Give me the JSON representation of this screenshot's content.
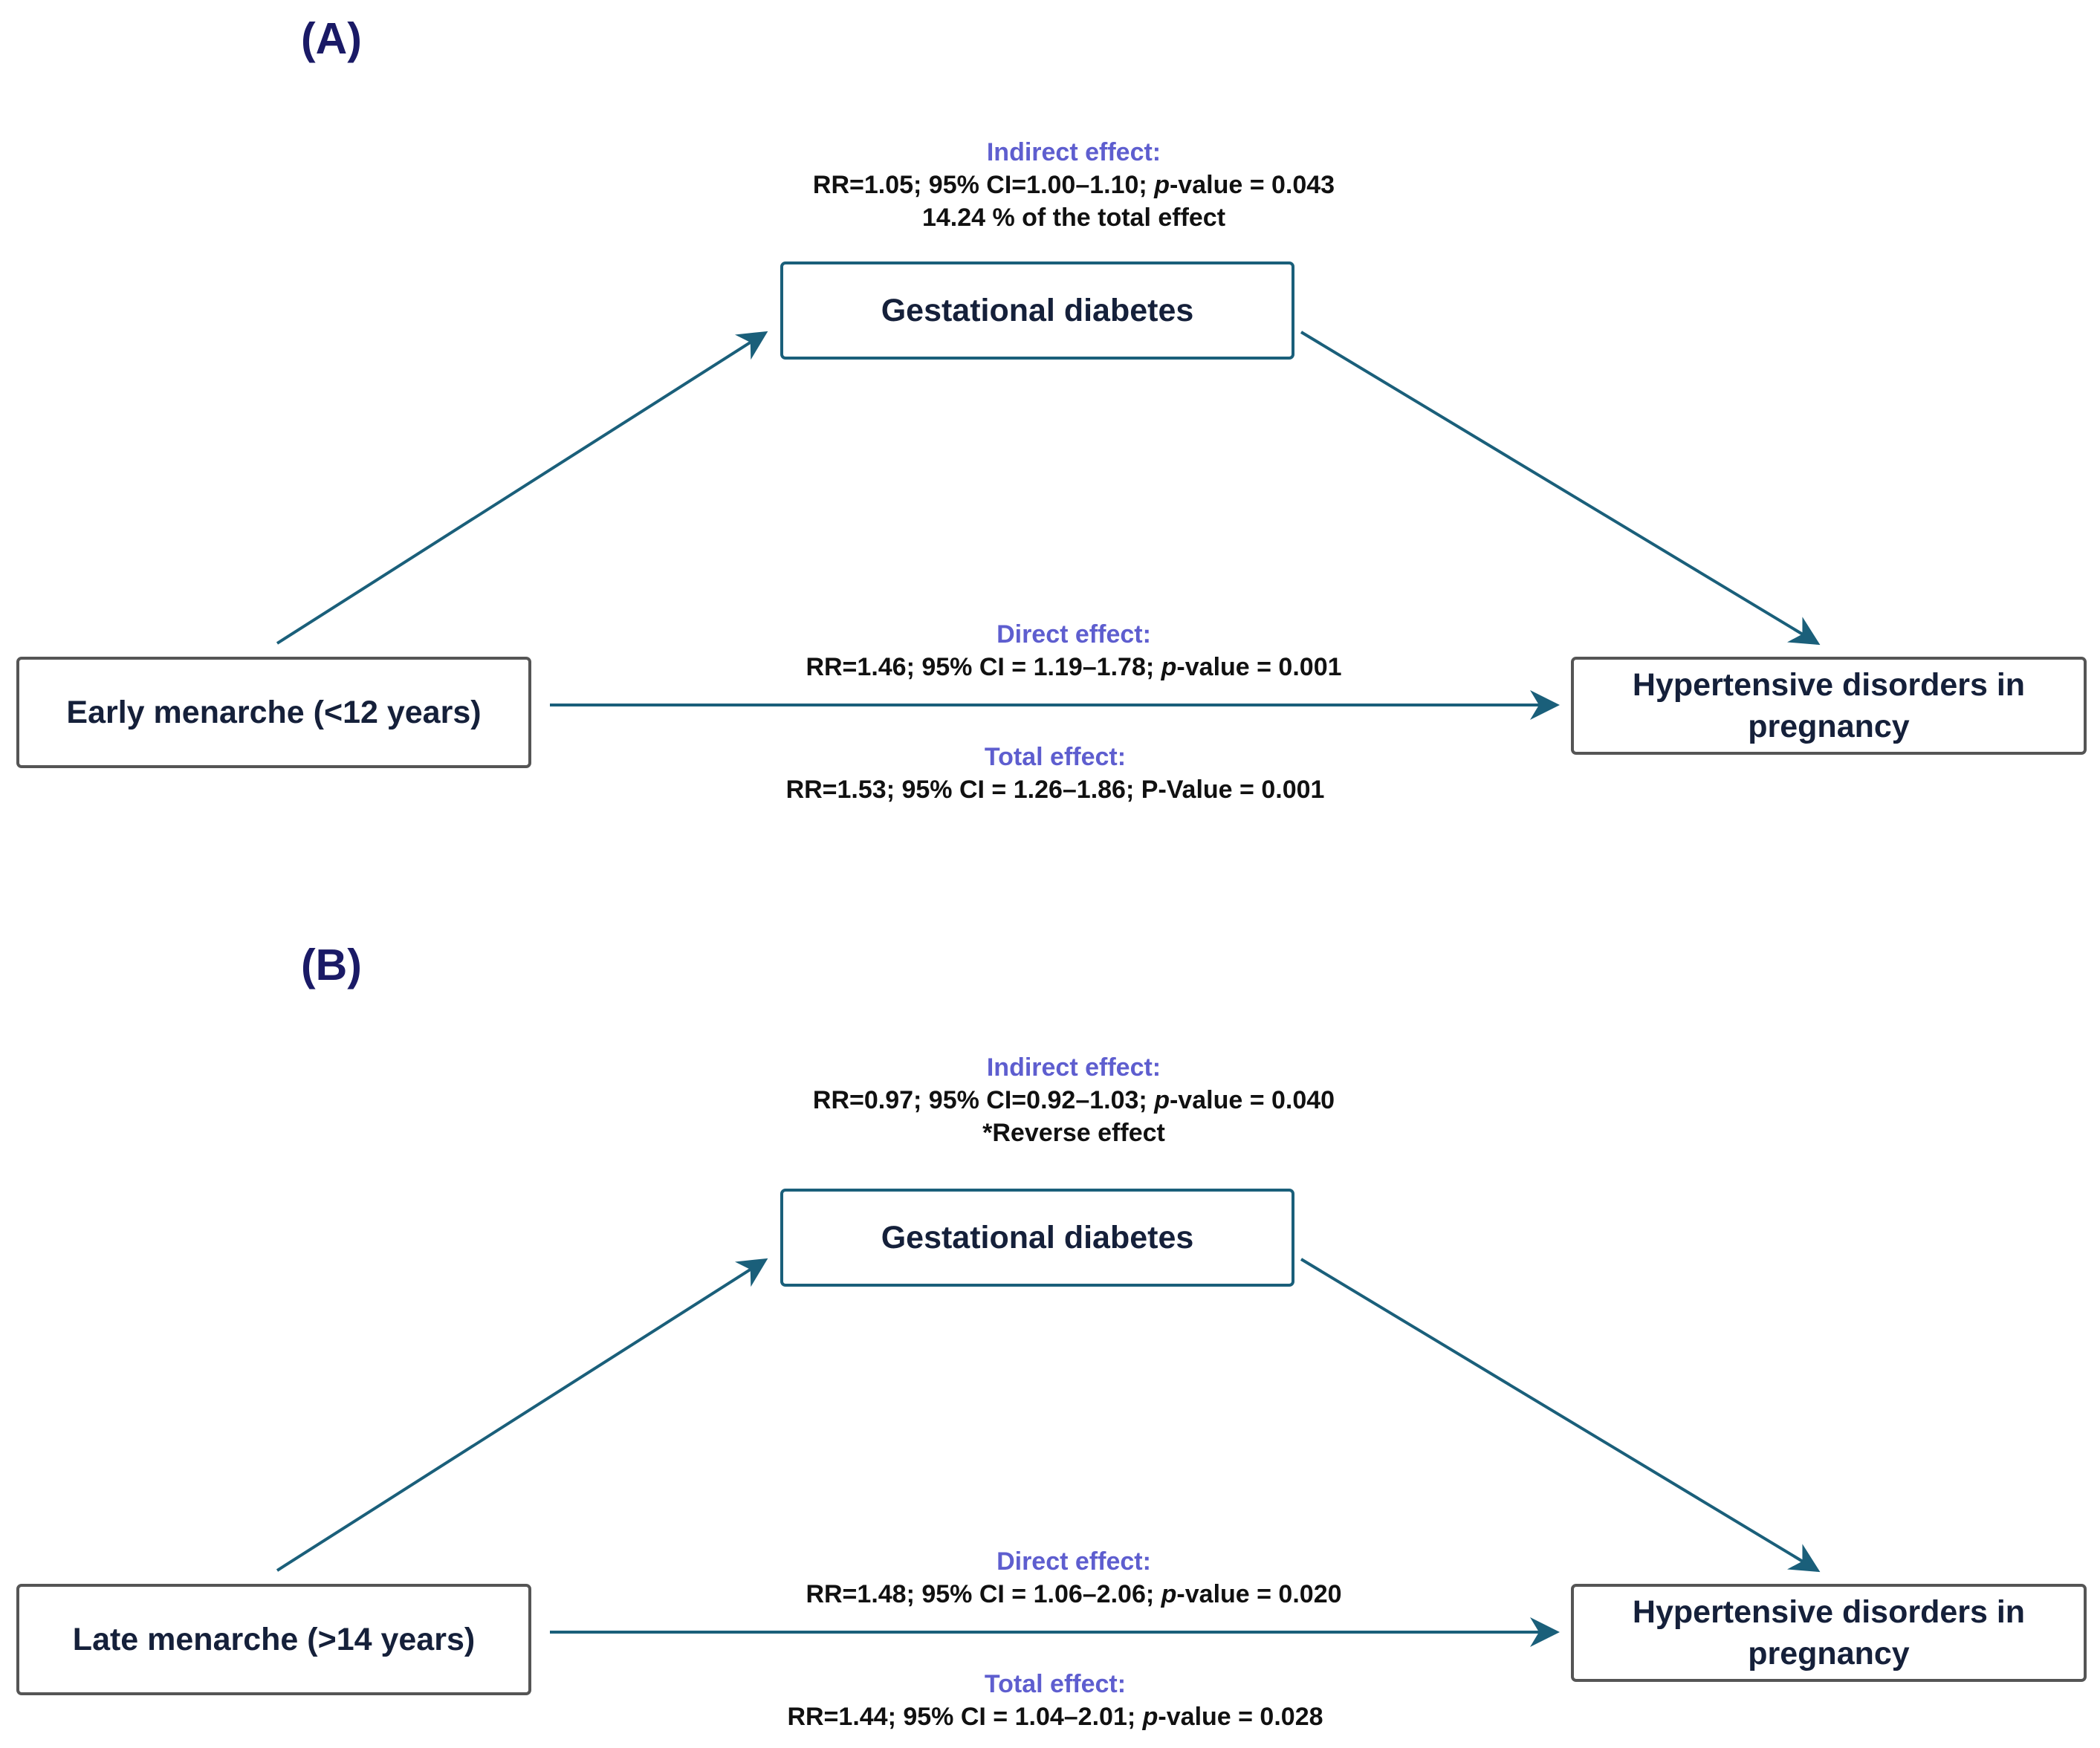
{
  "colors": {
    "arrow": "#1a5f7a",
    "effect_heading": "#5e5ecf",
    "panel_label": "#1a1a66"
  },
  "panels": [
    {
      "label": "(A)",
      "exposure": "Early menarche (<12 years)",
      "mediator": "Gestational diabetes",
      "outcome_line1": "Hypertensive disorders in",
      "outcome_line2": "pregnancy",
      "indirect": {
        "heading": "Indirect effect:",
        "pre": "RR=1.05; 95% CI=1.00–1.10; ",
        "p": "p",
        "post": "-value = 0.043",
        "note": "14.24 % of the total effect"
      },
      "direct": {
        "heading": "Direct effect:",
        "pre": "RR=1.46; 95% CI = 1.19–1.78; ",
        "p": "p",
        "post": "-value = 0.001"
      },
      "total": {
        "heading": "Total effect:",
        "pre": "RR=1.53; 95% CI = 1.26–1.86; ",
        "p": "P",
        "post": "-Value = 0.001"
      }
    },
    {
      "label": "(B)",
      "exposure": "Late menarche (>14 years)",
      "mediator": "Gestational diabetes",
      "outcome_line1": "Hypertensive disorders in",
      "outcome_line2": "pregnancy",
      "indirect": {
        "heading": "Indirect effect:",
        "pre": "RR=0.97; 95% CI=0.92–1.03; ",
        "p": "p",
        "post": "-value = 0.040",
        "note": "*Reverse effect"
      },
      "direct": {
        "heading": "Direct effect:",
        "pre": "RR=1.48; 95% CI = 1.06–2.06; ",
        "p": "p",
        "post": "-value = 0.020"
      },
      "total": {
        "heading": "Total effect:",
        "pre": "RR=1.44; 95% CI = 1.04–2.01; ",
        "p": "p",
        "post": "-value = 0.028"
      }
    }
  ]
}
